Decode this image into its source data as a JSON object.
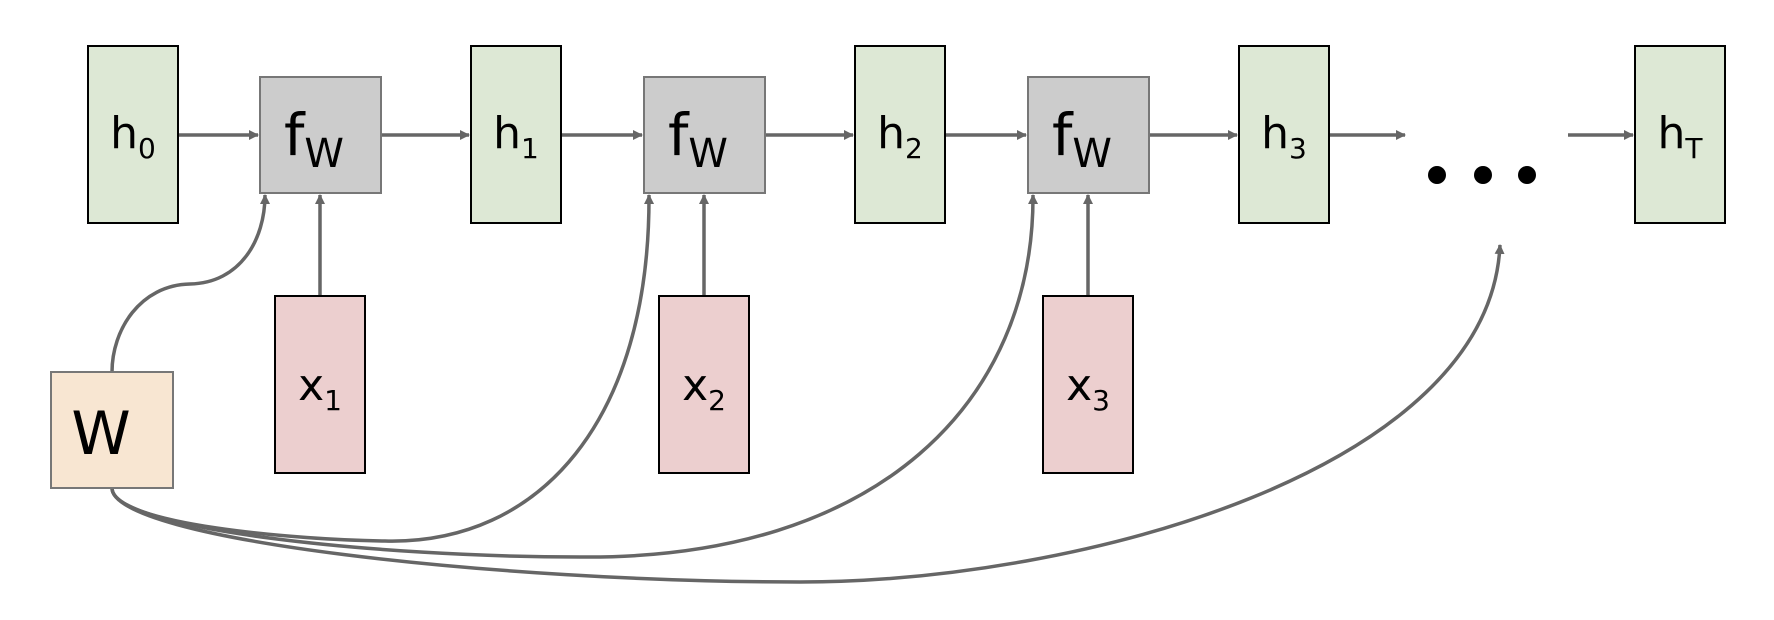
{
  "diagram": {
    "title": "Recurrent computational graph with shared weights",
    "colors": {
      "hidden": "#dde8d5",
      "function": "#cccccc",
      "input": "#eccfcf",
      "weight": "#f8e6d2",
      "arrow": "#666666"
    },
    "hidden_states": [
      {
        "base": "h",
        "sub": "0"
      },
      {
        "base": "h",
        "sub": "1"
      },
      {
        "base": "h",
        "sub": "2"
      },
      {
        "base": "h",
        "sub": "3"
      },
      {
        "base": "h",
        "sub": "T"
      }
    ],
    "functions": [
      {
        "base": "f",
        "sub": "W"
      },
      {
        "base": "f",
        "sub": "W"
      },
      {
        "base": "f",
        "sub": "W"
      }
    ],
    "inputs": [
      {
        "base": "x",
        "sub": "1"
      },
      {
        "base": "x",
        "sub": "2"
      },
      {
        "base": "x",
        "sub": "3"
      }
    ],
    "weight": {
      "label": "W"
    },
    "ellipsis": "• • •"
  }
}
